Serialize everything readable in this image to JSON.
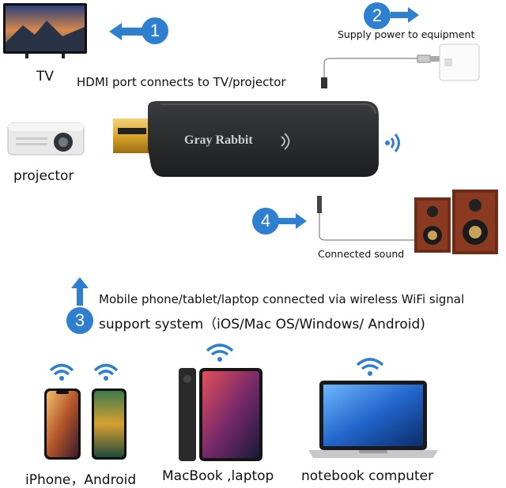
{
  "labels": {
    "tv": "TV",
    "hdmi": "HDMI port connects to TV/projector",
    "projector": "projector",
    "supply": "Supply power to equipment",
    "sound": "Connected sound",
    "mobile_line": "Mobile phone/tablet/laptop connected via wireless WiFi signal",
    "support_line": "support system（iOS/Mac OS/Windows/ Android)",
    "device_iphone": "iPhone，Android",
    "device_macbook": "MacBook ,laptop",
    "device_notebook": "notebook computer",
    "brand": "Gray Rabbit"
  },
  "steps": [
    "1",
    "2",
    "3",
    "4"
  ],
  "colors": {
    "accent": "#2f7fd0",
    "dongle": "#2a2b2d",
    "gold": "#d9a62b",
    "speaker_wood": "#8b3a22"
  },
  "icons": [
    "tv-icon",
    "projector-icon",
    "usb-cable-icon",
    "power-adapter-icon",
    "audio-cable-icon",
    "speaker-icon",
    "wifi-icon",
    "phone-icon",
    "tablet-icon",
    "laptop-icon",
    "arrow-icon"
  ]
}
